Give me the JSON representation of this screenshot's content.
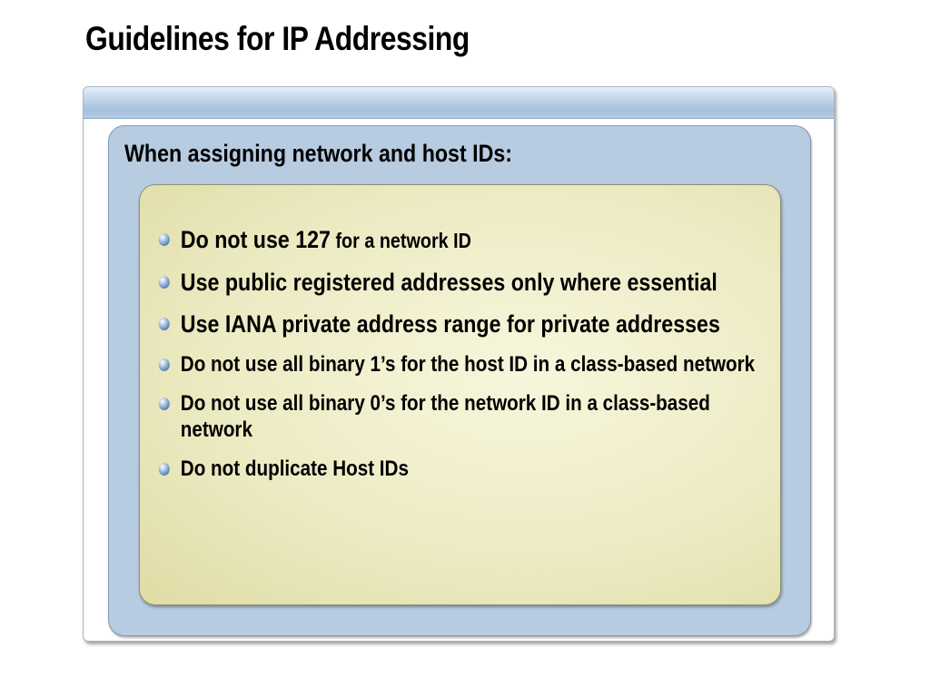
{
  "slide": {
    "title": "Guidelines for IP Addressing",
    "panel_heading": "When assigning network and host IDs:",
    "bullets": [
      {
        "text": "Do not use 127",
        "suffix": " for a network ID",
        "icon": "bullet-orb-icon"
      },
      {
        "text": "Use public registered addresses only where essential",
        "icon": "bullet-orb-icon"
      },
      {
        "text": "Use IANA private address range for private addresses",
        "icon": "bullet-orb-icon"
      },
      {
        "text": "Do not use all binary 1’s for the host ID in a class-based network",
        "icon": "bullet-orb-icon"
      },
      {
        "text": "Do not use all binary 0’s for the network ID in a class-based network",
        "icon": "bullet-orb-icon"
      },
      {
        "text": "Do not duplicate Host IDs",
        "icon": "bullet-orb-icon"
      }
    ]
  },
  "colors": {
    "header_bar": "#a6c0dc",
    "blue_panel": "#b7cbe1",
    "content_box": "#edebc4",
    "bullet": "#4f7eb3"
  }
}
